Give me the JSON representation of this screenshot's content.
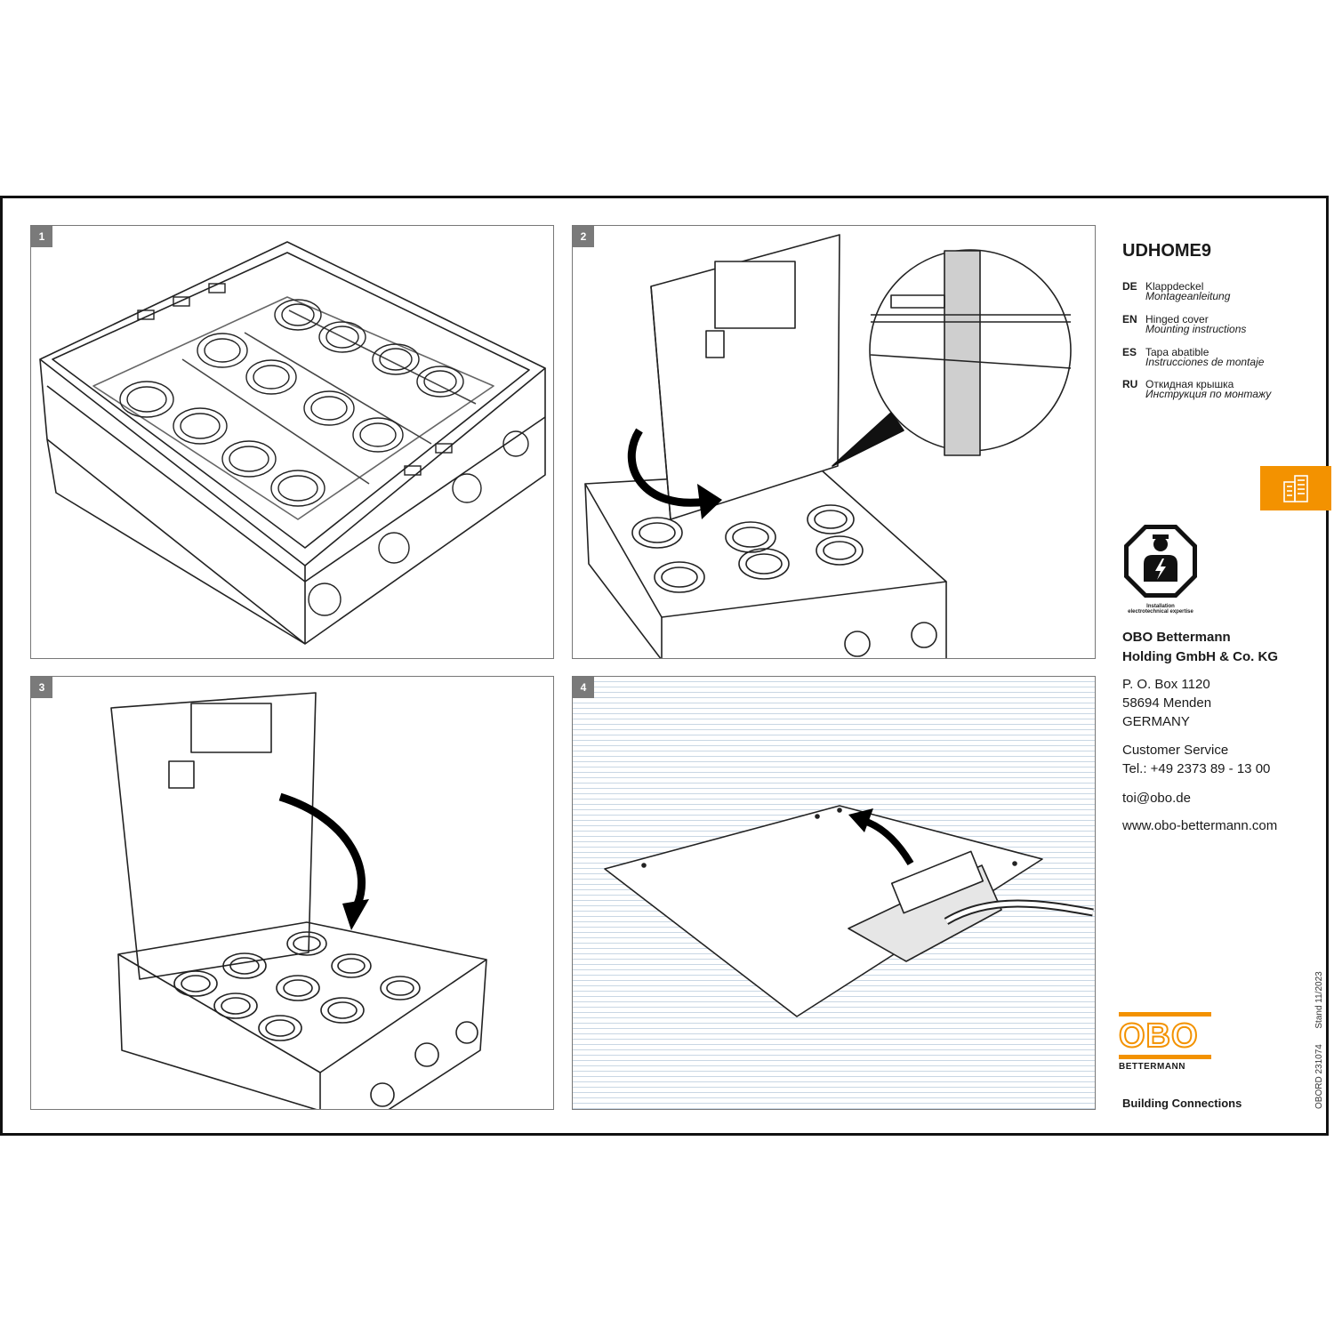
{
  "product": {
    "code": "UDHOME9"
  },
  "languages": [
    {
      "code": "DE",
      "title": "Klappdeckel",
      "subtitle": "Montageanleitung"
    },
    {
      "code": "EN",
      "title": "Hinged cover",
      "subtitle": "Mounting instructions"
    },
    {
      "code": "ES",
      "title": "Tapa abatible",
      "subtitle": "Instrucciones de montaje"
    },
    {
      "code": "RU",
      "title": "Откидная крышка",
      "subtitle": "Инструкция по монтажу"
    }
  ],
  "steps": [
    {
      "number": "1"
    },
    {
      "number": "2"
    },
    {
      "number": "3"
    },
    {
      "number": "4"
    }
  ],
  "warning_icon": {
    "icon": "installer-electrical-warning-icon",
    "caption_line1": "Installation",
    "caption_line2": "electrotechnical expertise"
  },
  "company": {
    "name_line1": "OBO Bettermann",
    "name_line2": "Holding GmbH & Co. KG",
    "address_line1": "P. O. Box 1120",
    "address_line2": "58694 Menden",
    "address_line3": "GERMANY",
    "service_label": "Customer Service",
    "phone": "Tel.: +49 2373 89 - 13 00",
    "email": "toi@obo.de",
    "website": "www.obo-bettermann.com"
  },
  "logo": {
    "text": "OBO",
    "subtext": "BETTERMANN",
    "tagline": "Building Connections"
  },
  "document": {
    "number": "OBORD 231074",
    "date": "Stand 11/2023"
  },
  "colors": {
    "accent": "#f39200",
    "badge": "#7a7a7a",
    "line": "#222222",
    "lines_blue": "#c9d7e4"
  },
  "category_icon": "building-icon"
}
